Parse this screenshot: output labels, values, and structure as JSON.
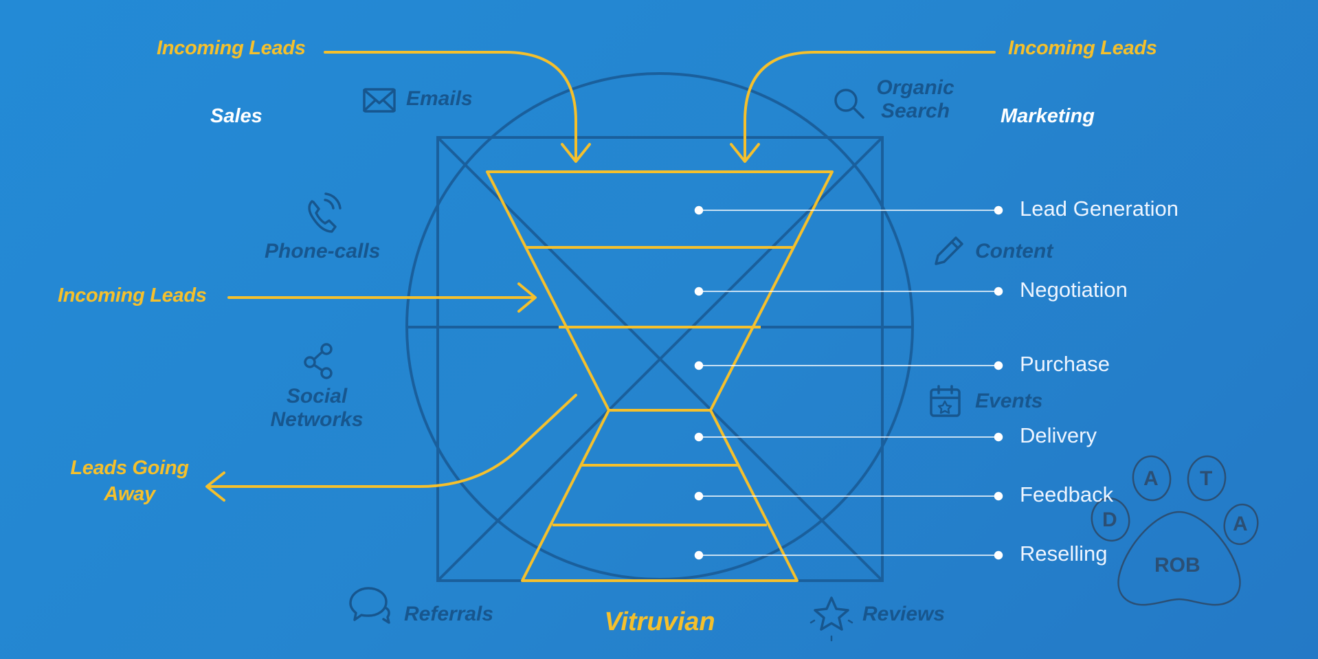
{
  "title": "Vitruvian",
  "headers": {
    "left": "Sales",
    "right": "Marketing"
  },
  "flows": {
    "incoming_top_left": "Incoming Leads",
    "incoming_top_right": "Incoming Leads",
    "incoming_middle": "Incoming Leads",
    "leads_going_away": [
      "Leads Going",
      "Away"
    ]
  },
  "channels": {
    "emails": {
      "label": "Emails",
      "icon": "envelope-icon"
    },
    "organic_search": {
      "label": [
        "Organic",
        "Search"
      ],
      "icon": "magnifier-icon"
    },
    "phone_calls": {
      "label": "Phone-calls",
      "icon": "phone-icon"
    },
    "content": {
      "label": "Content",
      "icon": "pencil-icon"
    },
    "social_networks": {
      "label": [
        "Social",
        "Networks"
      ],
      "icon": "share-icon"
    },
    "events": {
      "label": "Events",
      "icon": "calendar-icon"
    },
    "referrals": {
      "label": "Referrals",
      "icon": "chat-bubbles-icon"
    },
    "reviews": {
      "label": "Reviews",
      "icon": "star-icon"
    }
  },
  "stages": [
    "Lead Generation",
    "Negotiation",
    "Purchase",
    "Delivery",
    "Feedback",
    "Reselling"
  ],
  "logo": {
    "toes": [
      "D",
      "A",
      "T",
      "A"
    ],
    "pad": "ROB"
  },
  "colors": {
    "background": "#2585cf",
    "accent_yellow": "#f5c02c",
    "dark_blue": "#1a5f9c",
    "label_white": "#ffffff"
  }
}
